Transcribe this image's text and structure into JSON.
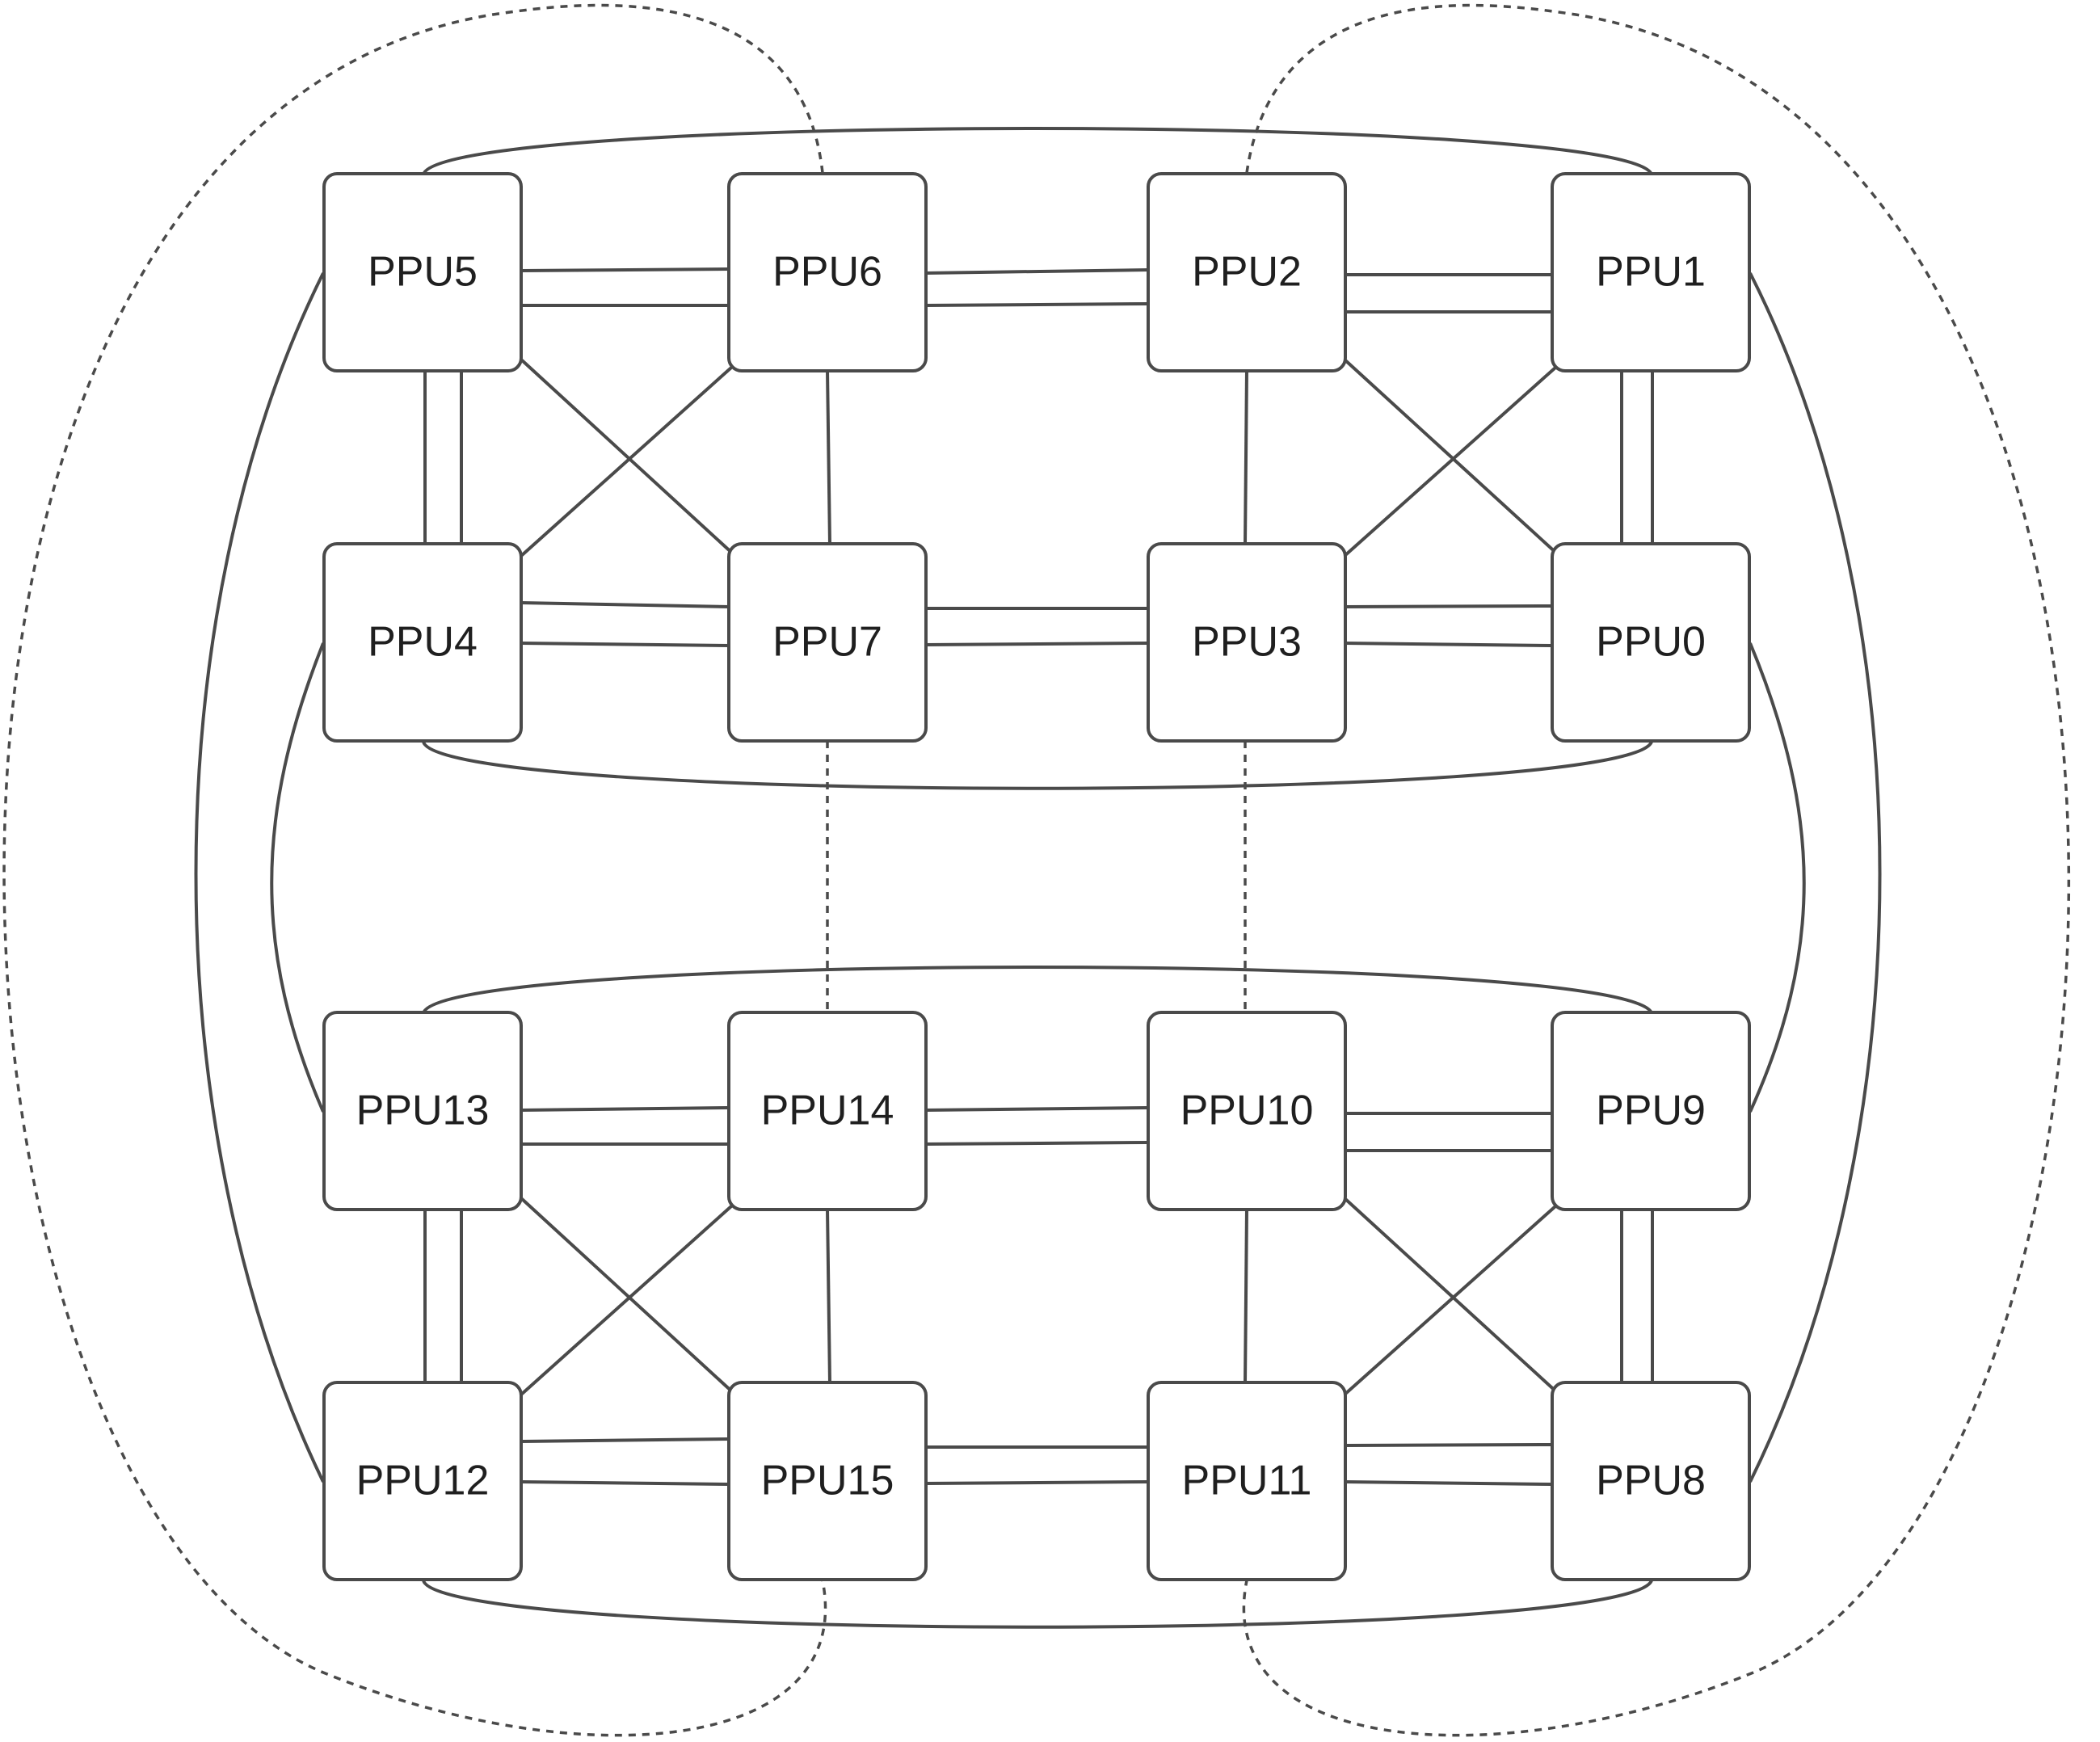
{
  "diagram": {
    "colors": {
      "stroke": "#4a4a4a",
      "text": "#1f1f1f",
      "fill": "#ffffff",
      "background": "#ffffff"
    },
    "nodes": [
      {
        "id": "ppu5",
        "label": "PPU5"
      },
      {
        "id": "ppu6",
        "label": "PPU6"
      },
      {
        "id": "ppu2",
        "label": "PPU2"
      },
      {
        "id": "ppu1",
        "label": "PPU1"
      },
      {
        "id": "ppu4",
        "label": "PPU4"
      },
      {
        "id": "ppu7",
        "label": "PPU7"
      },
      {
        "id": "ppu3",
        "label": "PPU3"
      },
      {
        "id": "ppu0",
        "label": "PPU0"
      },
      {
        "id": "ppu13",
        "label": "PPU13"
      },
      {
        "id": "ppu14",
        "label": "PPU14"
      },
      {
        "id": "ppu10",
        "label": "PPU10"
      },
      {
        "id": "ppu9",
        "label": "PPU9"
      },
      {
        "id": "ppu12",
        "label": "PPU12"
      },
      {
        "id": "ppu15",
        "label": "PPU15"
      },
      {
        "id": "ppu11",
        "label": "PPU11"
      },
      {
        "id": "ppu8",
        "label": "PPU8"
      }
    ],
    "links": [
      {
        "from": "PPU5",
        "to": "PPU6",
        "style": "double"
      },
      {
        "from": "PPU6",
        "to": "PPU2",
        "style": "double"
      },
      {
        "from": "PPU2",
        "to": "PPU1",
        "style": "double"
      },
      {
        "from": "PPU4",
        "to": "PPU7",
        "style": "double"
      },
      {
        "from": "PPU7",
        "to": "PPU3",
        "style": "double"
      },
      {
        "from": "PPU3",
        "to": "PPU0",
        "style": "double"
      },
      {
        "from": "PPU5",
        "to": "PPU4",
        "style": "double"
      },
      {
        "from": "PPU1",
        "to": "PPU0",
        "style": "double"
      },
      {
        "from": "PPU6",
        "to": "PPU7",
        "style": "single"
      },
      {
        "from": "PPU2",
        "to": "PPU3",
        "style": "single"
      },
      {
        "from": "PPU5",
        "to": "PPU7",
        "style": "single"
      },
      {
        "from": "PPU6",
        "to": "PPU4",
        "style": "single"
      },
      {
        "from": "PPU2",
        "to": "PPU0",
        "style": "single"
      },
      {
        "from": "PPU1",
        "to": "PPU3",
        "style": "single"
      },
      {
        "from": "PPU5",
        "to": "PPU1",
        "style": "arc"
      },
      {
        "from": "PPU4",
        "to": "PPU0",
        "style": "arc"
      },
      {
        "from": "PPU13",
        "to": "PPU14",
        "style": "double"
      },
      {
        "from": "PPU14",
        "to": "PPU10",
        "style": "double"
      },
      {
        "from": "PPU10",
        "to": "PPU9",
        "style": "double"
      },
      {
        "from": "PPU12",
        "to": "PPU15",
        "style": "double"
      },
      {
        "from": "PPU15",
        "to": "PPU11",
        "style": "double"
      },
      {
        "from": "PPU11",
        "to": "PPU8",
        "style": "double"
      },
      {
        "from": "PPU13",
        "to": "PPU12",
        "style": "double"
      },
      {
        "from": "PPU9",
        "to": "PPU8",
        "style": "double"
      },
      {
        "from": "PPU14",
        "to": "PPU15",
        "style": "single"
      },
      {
        "from": "PPU10",
        "to": "PPU11",
        "style": "single"
      },
      {
        "from": "PPU13",
        "to": "PPU15",
        "style": "single"
      },
      {
        "from": "PPU14",
        "to": "PPU12",
        "style": "single"
      },
      {
        "from": "PPU10",
        "to": "PPU8",
        "style": "single"
      },
      {
        "from": "PPU9",
        "to": "PPU11",
        "style": "single"
      },
      {
        "from": "PPU13",
        "to": "PPU9",
        "style": "arc"
      },
      {
        "from": "PPU12",
        "to": "PPU8",
        "style": "arc"
      },
      {
        "from": "PPU5",
        "to": "PPU12",
        "style": "arc"
      },
      {
        "from": "PPU1",
        "to": "PPU8",
        "style": "arc"
      },
      {
        "from": "PPU4",
        "to": "PPU13",
        "style": "arc"
      },
      {
        "from": "PPU0",
        "to": "PPU9",
        "style": "arc"
      },
      {
        "from": "PPU7",
        "to": "PPU14",
        "style": "dashed"
      },
      {
        "from": "PPU3",
        "to": "PPU10",
        "style": "dashed"
      },
      {
        "from": "PPU6",
        "to": "PPU15",
        "style": "dashed-loop"
      },
      {
        "from": "PPU2",
        "to": "PPU11",
        "style": "dashed-loop"
      }
    ]
  }
}
